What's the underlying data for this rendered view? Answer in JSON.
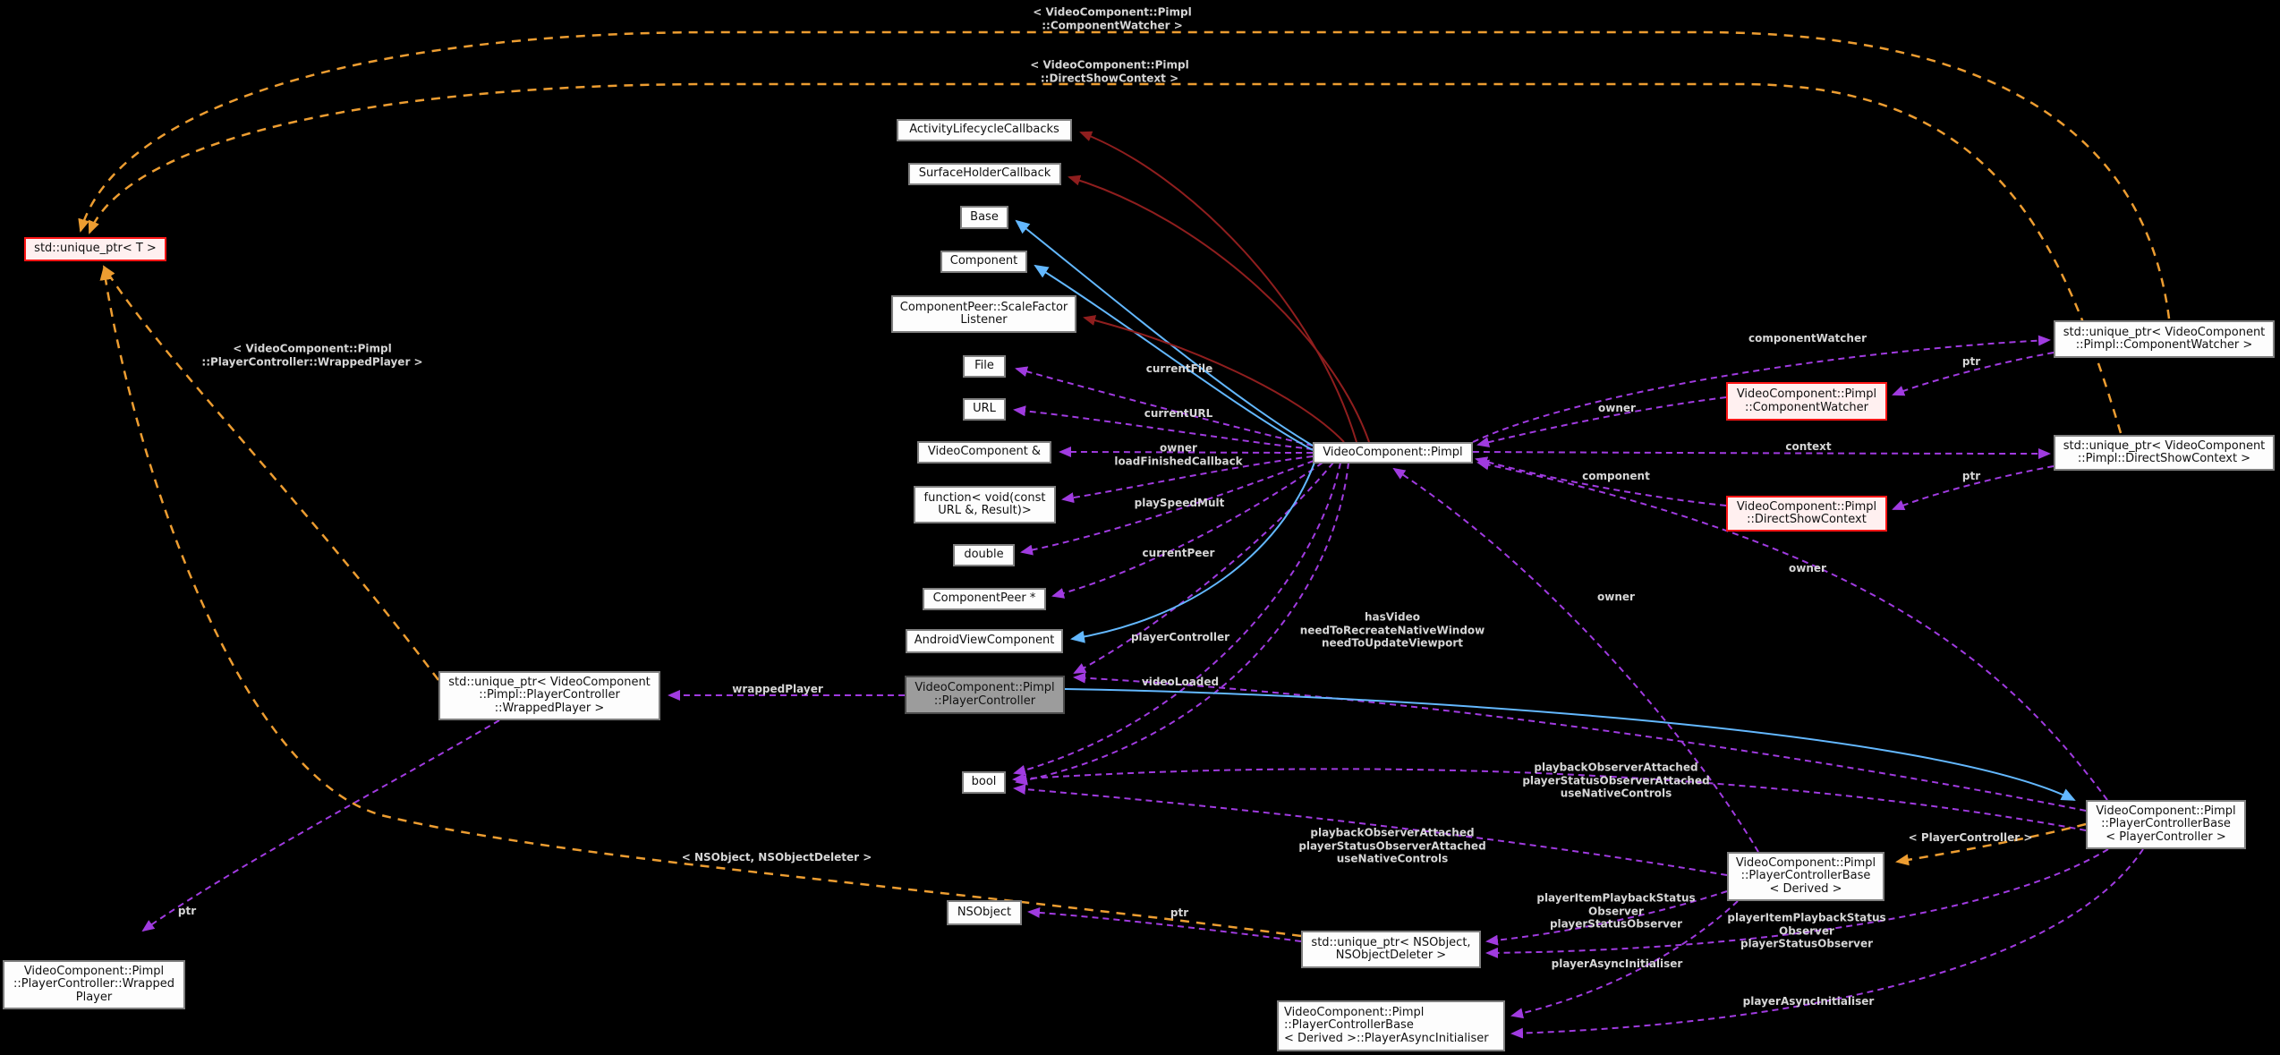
{
  "diagram": {
    "type": "doxygen-collaboration-graph",
    "colors": {
      "background": "#000000",
      "member_edge": "#A03BE0",
      "template_edge": "#ED9D31",
      "public_inheritance_edge": "#63B8FF",
      "private_inheritance_edge": "#8F1E1E",
      "node_fill": "#FDFDFD",
      "node_fill_linked": "#FFF0F0",
      "node_border_linked": "#FF1616",
      "current_node_fill": "#9C9C9C",
      "edge_label_color": "#D6D6D6"
    }
  },
  "nodes": {
    "unique_ptr_t": {
      "lines": [
        "std::unique_ptr< T >"
      ]
    },
    "activity_lifecycle_callbacks": {
      "lines": [
        "ActivityLifecycleCallbacks"
      ]
    },
    "surface_holder_callback": {
      "lines": [
        "SurfaceHolderCallback"
      ]
    },
    "base": {
      "lines": [
        "Base"
      ]
    },
    "component": {
      "lines": [
        "Component"
      ]
    },
    "scale_factor_listener": {
      "lines": [
        "ComponentPeer::ScaleFactor",
        "Listener"
      ]
    },
    "file": {
      "lines": [
        "File"
      ]
    },
    "url": {
      "lines": [
        "URL"
      ]
    },
    "video_component_ref": {
      "lines": [
        "VideoComponent &"
      ]
    },
    "load_finished_fn": {
      "lines": [
        "function< void(const",
        "URL &, Result)>"
      ]
    },
    "double_type": {
      "lines": [
        "double"
      ]
    },
    "component_peer_ptr": {
      "lines": [
        "ComponentPeer *"
      ]
    },
    "android_view_component": {
      "lines": [
        "AndroidViewComponent"
      ]
    },
    "pimpl": {
      "lines": [
        "VideoComponent::Pimpl"
      ]
    },
    "component_watcher": {
      "lines": [
        "VideoComponent::Pimpl",
        "::ComponentWatcher"
      ]
    },
    "unique_ptr_component_watcher": {
      "lines": [
        "std::unique_ptr< VideoComponent",
        "::Pimpl::ComponentWatcher >"
      ]
    },
    "unique_ptr_direct_show_context": {
      "lines": [
        "std::unique_ptr< VideoComponent",
        "::Pimpl::DirectShowContext >"
      ]
    },
    "direct_show_context": {
      "lines": [
        "VideoComponent::Pimpl",
        "::DirectShowContext"
      ]
    },
    "unique_ptr_wrapped_player": {
      "lines": [
        "std::unique_ptr< VideoComponent",
        "::Pimpl::PlayerController",
        "::WrappedPlayer >"
      ]
    },
    "player_controller": {
      "lines": [
        "VideoComponent::Pimpl",
        "::PlayerController"
      ]
    },
    "bool_type": {
      "lines": [
        "bool"
      ]
    },
    "nsobject": {
      "lines": [
        "NSObject"
      ]
    },
    "unique_ptr_nsobject": {
      "lines": [
        "std::unique_ptr< NSObject,",
        "NSObjectDeleter >"
      ]
    },
    "pcb_derived": {
      "lines": [
        "VideoComponent::Pimpl",
        "::PlayerControllerBase",
        "< Derived >"
      ]
    },
    "pcb_player_controller": {
      "lines": [
        "VideoComponent::Pimpl",
        "::PlayerControllerBase",
        "< PlayerController >"
      ]
    },
    "player_async_initialiser": {
      "lines": [
        "VideoComponent::Pimpl",
        "::PlayerControllerBase",
        "< Derived >::PlayerAsyncInitialiser"
      ]
    },
    "wrapped_player": {
      "lines": [
        "VideoComponent::Pimpl",
        "::PlayerController::Wrapped",
        "Player"
      ]
    }
  },
  "edge_labels": {
    "tpl_component_watcher": {
      "lines": [
        "< VideoComponent::Pimpl",
        "::ComponentWatcher >"
      ]
    },
    "tpl_direct_show_context": {
      "lines": [
        "< VideoComponent::Pimpl",
        "::DirectShowContext >"
      ]
    },
    "tpl_wrapped_player": {
      "lines": [
        "< VideoComponent::Pimpl",
        "::PlayerController::WrappedPlayer >"
      ]
    },
    "tpl_nsobject": {
      "lines": [
        "< NSObject, NSObjectDeleter >"
      ]
    },
    "tpl_player_controller": {
      "lines": [
        "< PlayerController >"
      ]
    },
    "current_file": {
      "lines": [
        "currentFile"
      ]
    },
    "current_url": {
      "lines": [
        "currentURL"
      ]
    },
    "owner_load_finished": {
      "lines": [
        "owner",
        "loadFinishedCallback"
      ]
    },
    "play_speed_mult": {
      "lines": [
        "playSpeedMult"
      ]
    },
    "current_peer": {
      "lines": [
        "currentPeer"
      ]
    },
    "player_controller_member": {
      "lines": [
        "playerController"
      ]
    },
    "video_loaded": {
      "lines": [
        "videoLoaded"
      ]
    },
    "has_video_block": {
      "lines": [
        "hasVideo",
        "needToRecreateNativeWindow",
        "needToUpdateViewport"
      ]
    },
    "owner_watcher": {
      "lines": [
        "owner"
      ]
    },
    "component_member": {
      "lines": [
        "component"
      ]
    },
    "owner_mid": {
      "lines": [
        "owner"
      ]
    },
    "component_watcher_member": {
      "lines": [
        "componentWatcher"
      ]
    },
    "ptr_watcher": {
      "lines": [
        "ptr"
      ]
    },
    "context_member": {
      "lines": [
        "context"
      ]
    },
    "ptr_context": {
      "lines": [
        "ptr"
      ]
    },
    "owner_context": {
      "lines": [
        "owner"
      ]
    },
    "wrapped_player_member": {
      "lines": [
        "wrappedPlayer"
      ]
    },
    "ptr_wrapped": {
      "lines": [
        "ptr"
      ]
    },
    "playback_flags_right": {
      "lines": [
        "playbackObserverAttached",
        "playerStatusObserverAttached",
        "useNativeControls"
      ]
    },
    "playback_flags_left": {
      "lines": [
        "playbackObserverAttached",
        "playerStatusObserverAttached",
        "useNativeControls"
      ]
    },
    "player_item_observers_left": {
      "lines": [
        "playerItemPlaybackStatus",
        "Observer",
        "playerStatusObserver"
      ]
    },
    "player_item_observers_right": {
      "lines": [
        "playerItemPlaybackStatus",
        "Observer",
        "playerStatusObserver"
      ]
    },
    "player_async_initialiser_left": {
      "lines": [
        "playerAsyncInitialiser"
      ]
    },
    "player_async_initialiser_right": {
      "lines": [
        "playerAsyncInitialiser"
      ]
    },
    "ptr_nsobject": {
      "lines": [
        "ptr"
      ]
    }
  }
}
